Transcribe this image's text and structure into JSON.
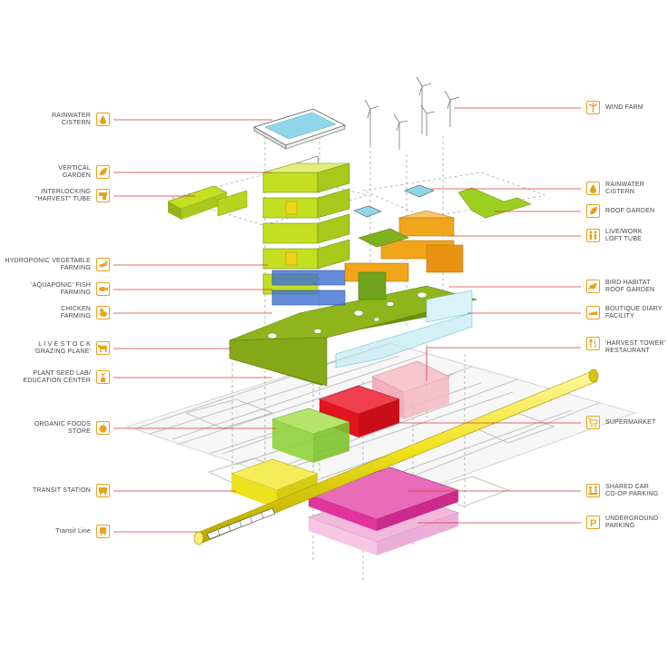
{
  "colors": {
    "leader": "#d63a3a",
    "icon_bg": "#e8a21a",
    "tower_green": "#c4df22",
    "tower_green_dark": "#7fa218",
    "blue": "#3e6fd1",
    "orange": "#f0a51b",
    "red": "#e3141f",
    "pink": "#f3a5b4",
    "light_green": "#8fd33a",
    "yellow": "#ece21f",
    "magenta": "#e0339b",
    "magenta_light": "#f2b8de",
    "water": "#8fd6e8",
    "street": "#b9b9b9"
  },
  "labels_left": [
    {
      "id": "rainwater-cistern-left",
      "icon": "water-droplet-icon",
      "text": "RAINWATER\nCISTERN"
    },
    {
      "id": "vertical-garden",
      "icon": "leaf-icon",
      "text": "VERTICAL\nGARDEN"
    },
    {
      "id": "interlocking-harvest-tube",
      "icon": "tube-icon",
      "text": "INTERLOCKING\n\"HARVEST\" TUBE"
    },
    {
      "id": "hydroponic-vegetable-farming",
      "icon": "vegetable-icon",
      "text": "HYDROPONIC VEGETABLE\nFARMING"
    },
    {
      "id": "aquaponic-fish-farming",
      "icon": "fish-icon",
      "text": "'AQUAPONIC' FISH\nFARMING"
    },
    {
      "id": "chicken-farming",
      "icon": "chicken-icon",
      "text": "CHICKEN\nFARMING"
    },
    {
      "id": "livestock-grazing-plane",
      "icon": "cow-icon",
      "text": "L I V E S T O C K\n'GRAZING PLANE'"
    },
    {
      "id": "plant-seed-lab",
      "icon": "seedling-icon",
      "text": "PLANT SEED LAB/\nEDUCATION CENTER"
    },
    {
      "id": "organic-foods-store",
      "icon": "apple-icon",
      "text": "ORGANIC FOODS\nSTORE"
    },
    {
      "id": "transit-station",
      "icon": "bus-icon",
      "text": "TRANSIT STATION"
    },
    {
      "id": "transit-line",
      "icon": "train-icon",
      "text": "Transit Line"
    }
  ],
  "labels_right": [
    {
      "id": "wind-farm",
      "icon": "wind-turbine-icon",
      "text": "WIND FARM"
    },
    {
      "id": "rainwater-cistern-right",
      "icon": "water-droplet-icon",
      "text": "RAINWATER\nCISTERN"
    },
    {
      "id": "roof-garden",
      "icon": "leaf-icon",
      "text": "ROOF GARDEN"
    },
    {
      "id": "live-work-loft-tube",
      "icon": "people-icon",
      "text": "LIVE/WORK\nLOFT TUBE"
    },
    {
      "id": "bird-habitat-roof-garden",
      "icon": "bird-icon",
      "text": "BIRD HABITAT\nROOF GARDEN"
    },
    {
      "id": "boutique-diary-facility",
      "icon": "cheese-icon",
      "text": "BOUTIQUE DIARY\nFACILITY"
    },
    {
      "id": "harvest-tower-restaurant",
      "icon": "fork-knife-icon",
      "text": "'HARVEST TOWER'\nRESTAURANT"
    },
    {
      "id": "supermarket",
      "icon": "cart-icon",
      "text": "SUPERMARKET"
    },
    {
      "id": "shared-car-coop-parking",
      "icon": "people-car-icon",
      "text": "SHARED CAR\nCO-OP PARKING"
    },
    {
      "id": "underground-parking",
      "icon": "parking-icon",
      "text": "UNDERGROUND\nPARKING"
    }
  ]
}
